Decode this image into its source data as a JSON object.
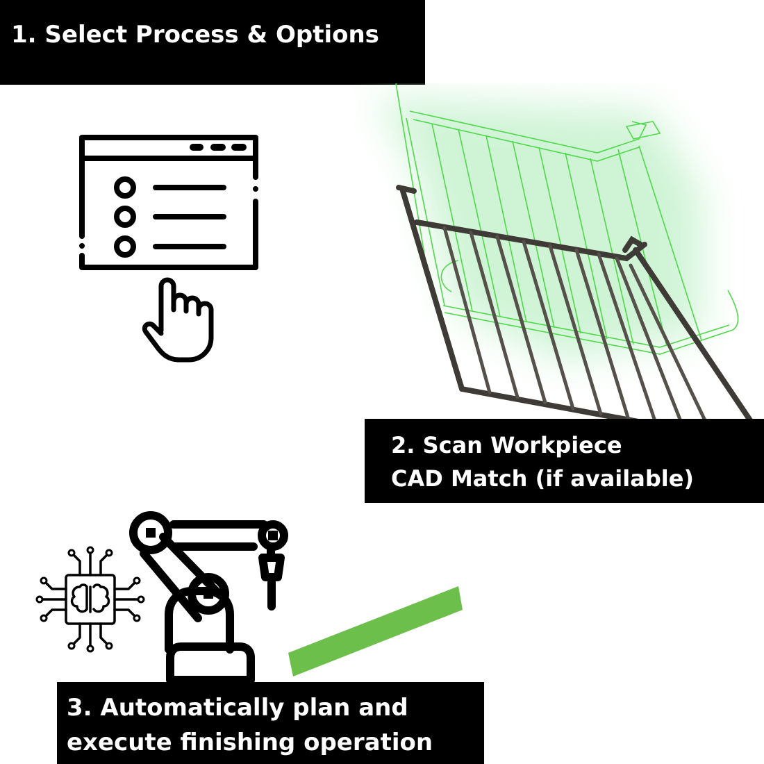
{
  "steps": {
    "step1": {
      "line1": "1. Select Process & Options"
    },
    "step2": {
      "line1": "2. Scan Workpiece",
      "line2": "CAD Match (if available)"
    },
    "step3": {
      "line1": "3. Automatically plan and",
      "line2": "execute finishing operation"
    }
  },
  "colors": {
    "accent_green": "#6cbf4b",
    "wireframe_green": "#4fd84a",
    "label_background": "#000000",
    "label_text": "#ffffff"
  },
  "icons": [
    "options-window-icon",
    "pointer-hand-icon",
    "ai-chip-brain-icon",
    "robot-arm-icon",
    "scan-railing-illustration"
  ]
}
